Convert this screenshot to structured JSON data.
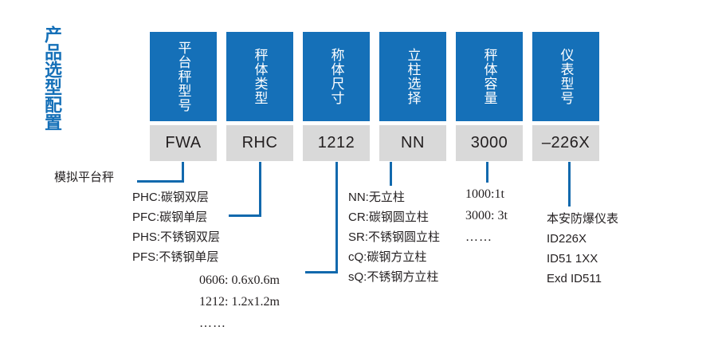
{
  "title": "产品选型配置",
  "accent_color": "#1570b8",
  "line_color": "#1269ad",
  "value_box_color": "#d9d9d9",
  "columns": [
    {
      "header": "平台秤型号",
      "value": "FWA"
    },
    {
      "header": "秤体类型",
      "value": "RHC"
    },
    {
      "header": "称体尺寸",
      "value": "1212"
    },
    {
      "header": "立柱选择",
      "value": "NN"
    },
    {
      "header": "秤体容量",
      "value": "3000"
    },
    {
      "header": "仪表型号",
      "value": "–226X"
    }
  ],
  "notes": {
    "model_label": "模拟平台秤",
    "scale_types": [
      "PHC:碳钢双层",
      "PFC:碳钢单层",
      "PHS:不锈钢双层",
      "PFS:不锈钢单层"
    ],
    "sizes": [
      "0606: 0.6x0.6m",
      "1212: 1.2x1.2m"
    ],
    "sizes_more": "……",
    "columns_option": [
      "NN:无立柱",
      "CR:碳钢圆立柱",
      "SR:不锈钢圆立柱",
      "cQ:碳钢方立柱",
      "sQ:不锈钢方立柱"
    ],
    "capacities": [
      "1000:1t",
      "3000: 3t"
    ],
    "capacities_more": "……",
    "instruments": [
      "本安防爆仪表",
      "ID226X",
      "ID51 1XX",
      "Exd ID511"
    ]
  }
}
